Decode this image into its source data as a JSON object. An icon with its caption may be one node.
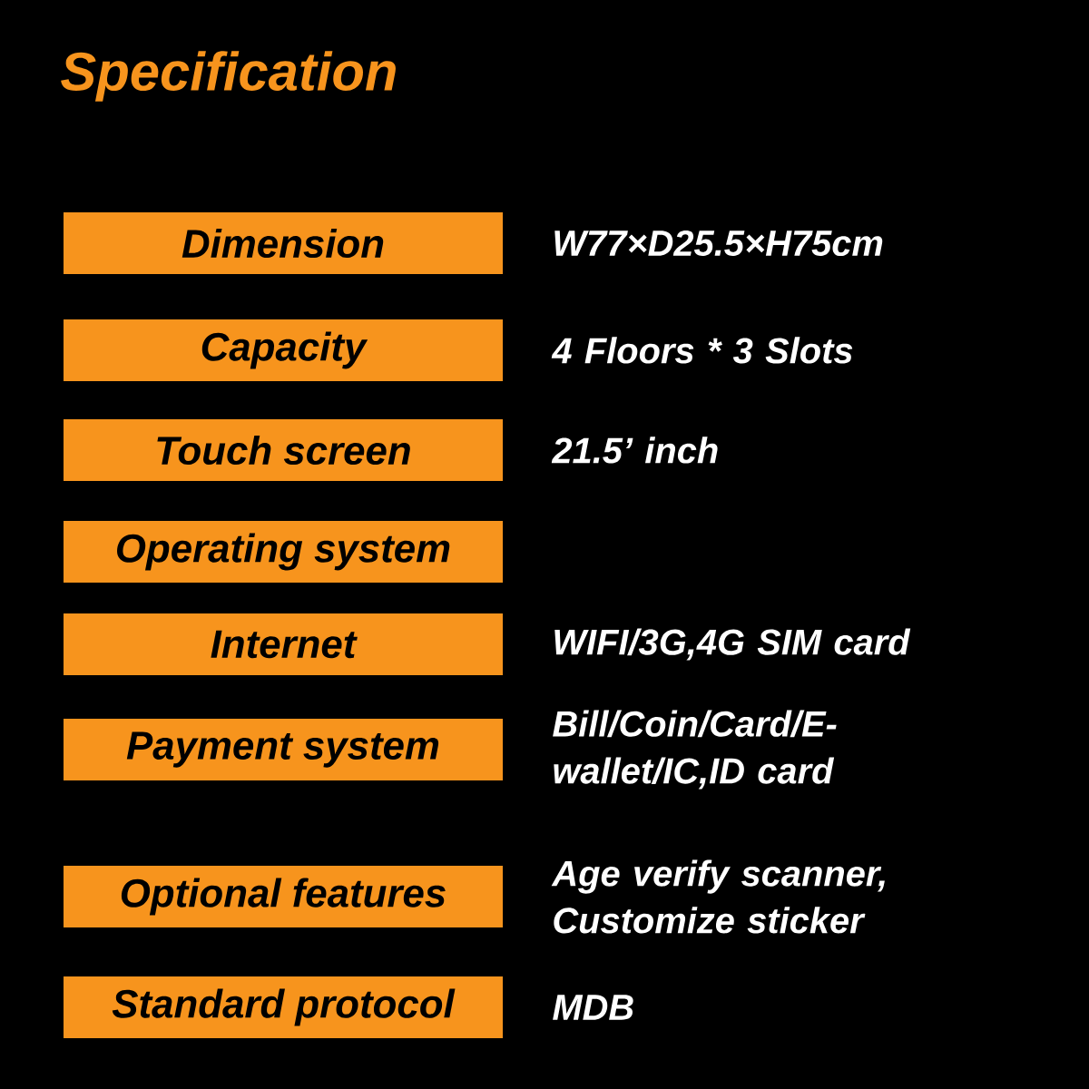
{
  "diagram": {
    "title": "Specification",
    "nodes": [
      {
        "text": [
          "Dimension"
        ]
      },
      {
        "text": [
          "Capacity"
        ]
      },
      {
        "text": [
          "Touch screen"
        ]
      },
      {
        "text": [
          "Operating system"
        ]
      },
      {
        "text": [
          "Internet"
        ]
      },
      {
        "text": [
          "Payment system"
        ]
      },
      {
        "text": [
          "Optional features"
        ]
      },
      {
        "text": [
          "Standard protocol"
        ]
      }
    ],
    "labels": [
      "W77×D25.5×H75cm",
      "4 Floors * 3 Slots",
      "21.5’ inch",
      "WIFI/3G,4G SIM card",
      "Bill/Coin/Card/E-wallet/IC,ID card",
      "Age verify scanner, Customize sticker",
      "MDB"
    ]
  }
}
